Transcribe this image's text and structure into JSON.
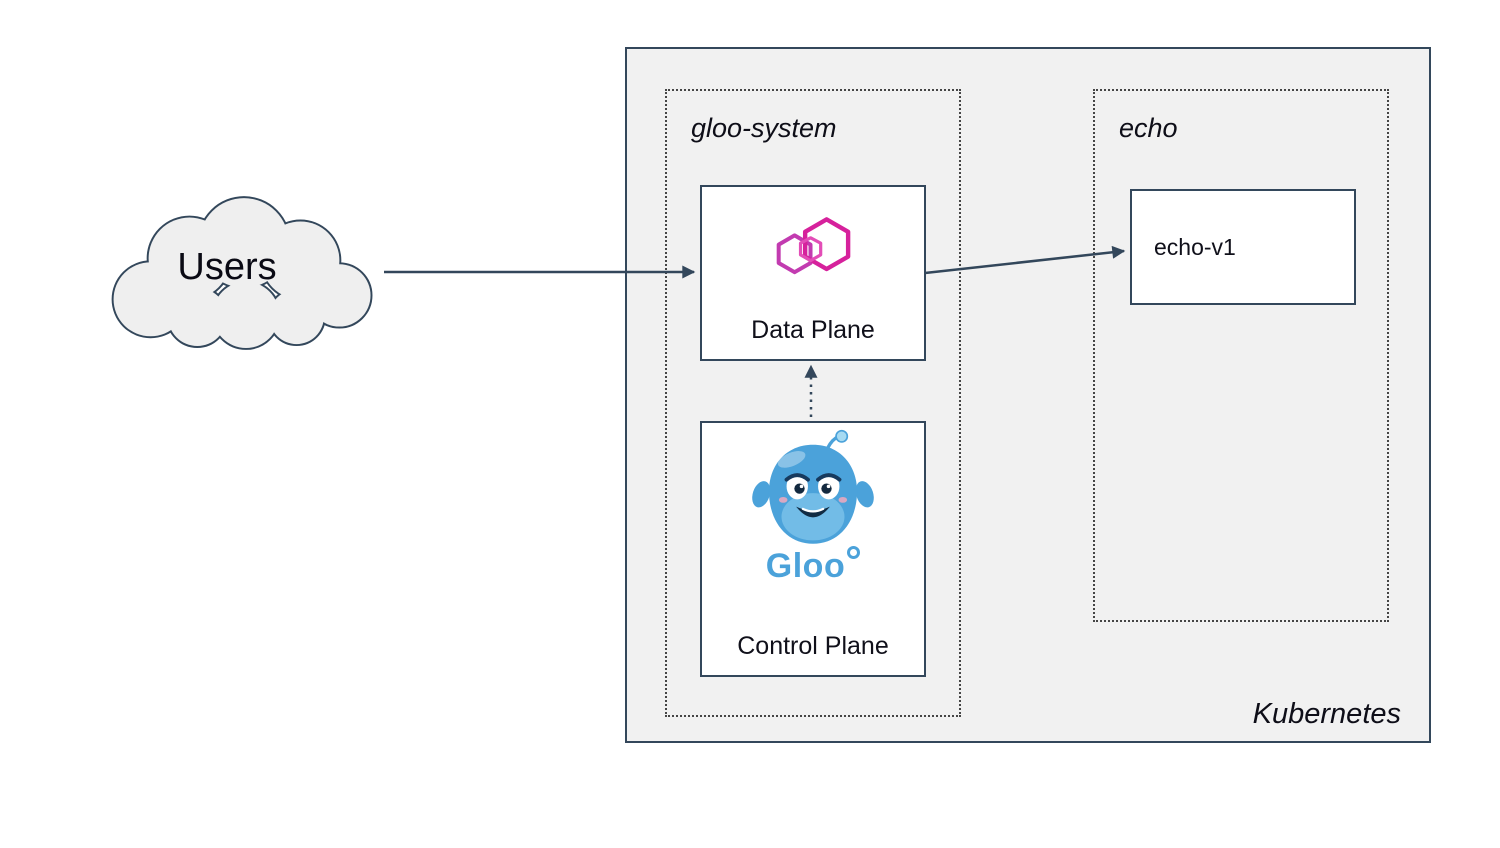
{
  "diagram": {
    "cloud": {
      "label": "Users"
    },
    "kubernetes": {
      "label": "Kubernetes"
    },
    "namespaces": {
      "gloo_system": {
        "label": "gloo-system"
      },
      "echo": {
        "label": "echo"
      }
    },
    "nodes": {
      "data_plane": {
        "label": "Data Plane",
        "icon": "gloo-gateway-hexagons-icon"
      },
      "control_plane": {
        "label": "Control Plane",
        "wordmark": "Gloo",
        "icon": "gloo-mascot-icon"
      },
      "echo_v1": {
        "label": "echo-v1"
      }
    },
    "edges": [
      {
        "from": "users",
        "to": "data_plane",
        "style": "solid"
      },
      {
        "from": "data_plane",
        "to": "echo_v1",
        "style": "solid"
      },
      {
        "from": "control_plane",
        "to": "data_plane",
        "style": "dotted"
      }
    ],
    "colors": {
      "outline": "#33475b",
      "kubernetes_bg": "#f1f1f1",
      "logo_magenta": "#d6219c",
      "gloo_blue": "#4ba2da"
    }
  }
}
